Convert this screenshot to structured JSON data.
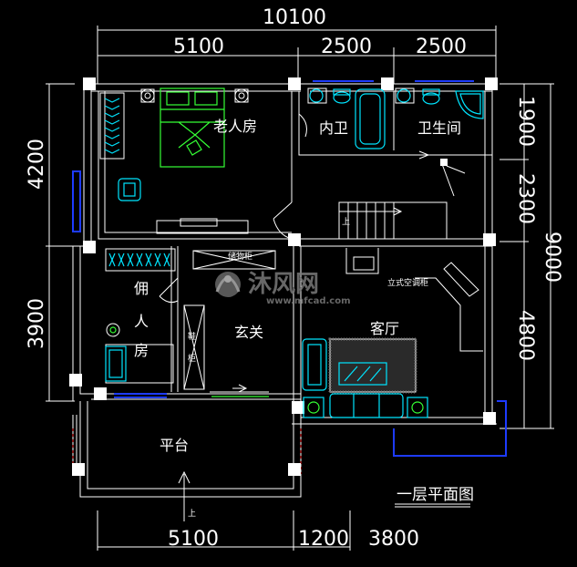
{
  "dimensions": {
    "top_total": "10100",
    "top_segments": [
      "5100",
      "2500",
      "2500"
    ],
    "bottom_segments": [
      "5100",
      "1200",
      "3800"
    ],
    "left_segments": [
      "4200",
      "3900"
    ],
    "right_segments": [
      "1900",
      "2300",
      "4800"
    ],
    "right_total": "9000"
  },
  "rooms": {
    "master_bedroom": "老人房",
    "bath_inner": "内卫",
    "bathroom": "卫生间",
    "servant_room_chars": [
      "佣",
      "人",
      "房"
    ],
    "foyer": "玄关",
    "living_room": "客厅",
    "platform": "平台",
    "shoe_cabinet_chars": [
      "鞋",
      "柜"
    ],
    "stair_up": "上"
  },
  "annotations": {
    "storage": "储物柜",
    "tv_cabinet": "立式空调柜"
  },
  "drawing_title": "一层平面图",
  "watermark": {
    "logo_text": "沐风网",
    "url": "www.mfcad.com"
  },
  "colors": {
    "background": "#000000",
    "walls": "#ffffff",
    "furniture_cyan": "#00e5ff",
    "bed_green": "#35ff35",
    "windows_blue": "#1d3bff",
    "dashed_red": "#ff3030"
  }
}
